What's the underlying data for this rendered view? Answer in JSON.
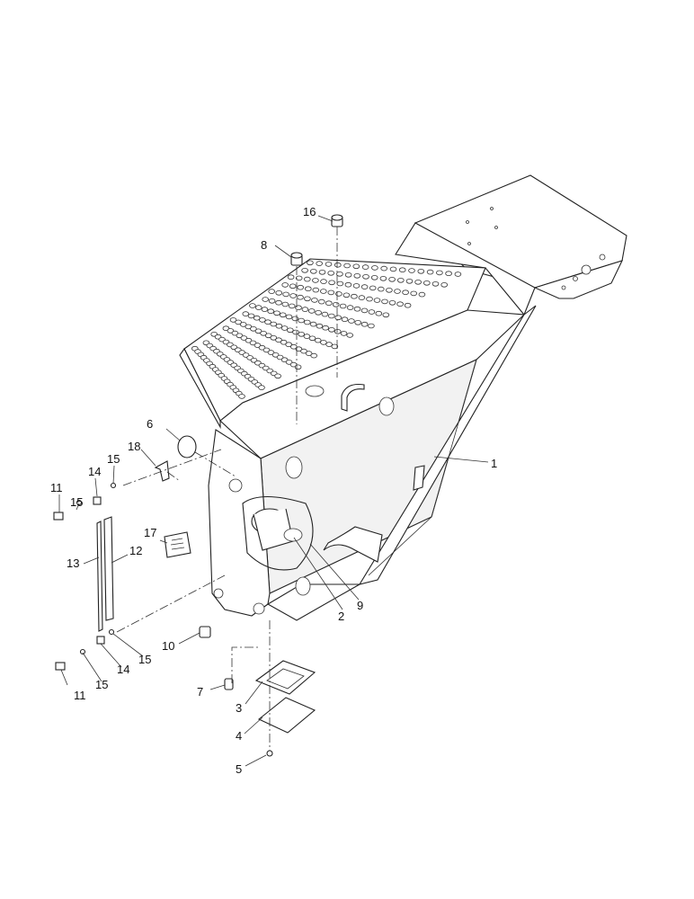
{
  "callouts": [
    {
      "id": "c1",
      "label": "1"
    },
    {
      "id": "c2",
      "label": "2"
    },
    {
      "id": "c3",
      "label": "3"
    },
    {
      "id": "c4",
      "label": "4"
    },
    {
      "id": "c5",
      "label": "5"
    },
    {
      "id": "c6",
      "label": "6"
    },
    {
      "id": "c7",
      "label": "7"
    },
    {
      "id": "c8",
      "label": "8"
    },
    {
      "id": "c9",
      "label": "9"
    },
    {
      "id": "c10",
      "label": "10"
    },
    {
      "id": "c11a",
      "label": "11"
    },
    {
      "id": "c11b",
      "label": "11"
    },
    {
      "id": "c12",
      "label": "12"
    },
    {
      "id": "c13",
      "label": "13"
    },
    {
      "id": "c14a",
      "label": "14"
    },
    {
      "id": "c14b",
      "label": "14"
    },
    {
      "id": "c15a",
      "label": "15"
    },
    {
      "id": "c15b",
      "label": "15"
    },
    {
      "id": "c15c",
      "label": "15"
    },
    {
      "id": "c15d",
      "label": "15"
    },
    {
      "id": "c16",
      "label": "16"
    },
    {
      "id": "c17",
      "label": "17"
    },
    {
      "id": "c18",
      "label": "18"
    }
  ]
}
